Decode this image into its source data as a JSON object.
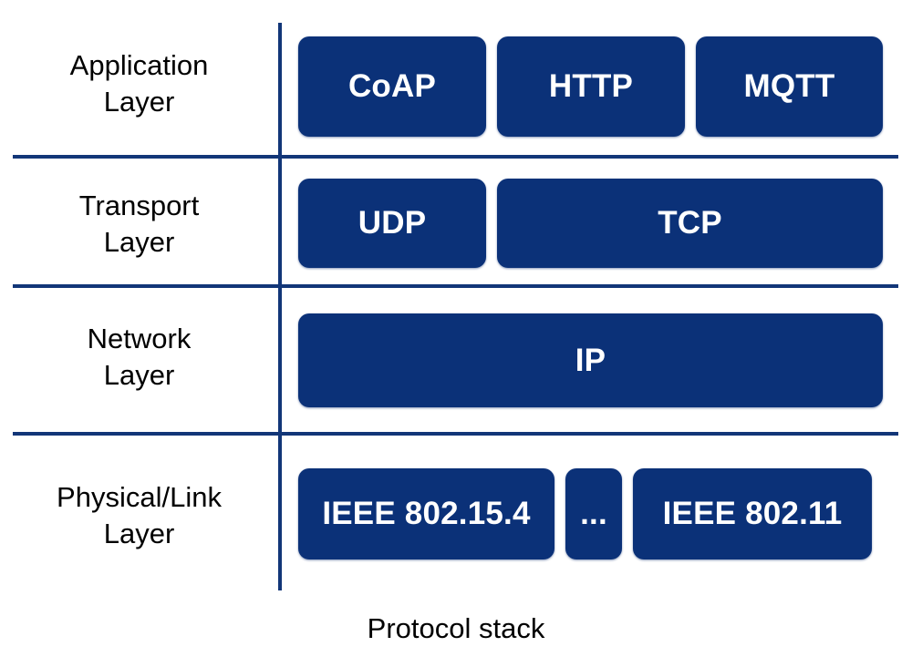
{
  "figure": {
    "caption": "Protocol stack",
    "accent_color": "#123678",
    "box_color": "#0B3178",
    "box_text_color": "#FFFFFF",
    "label_text_color": "#000000",
    "background": "#FFFFFF"
  },
  "layers": [
    {
      "label": "Application\nLayer",
      "boxes": [
        {
          "label": "CoAP"
        },
        {
          "label": "HTTP"
        },
        {
          "label": "MQTT"
        }
      ]
    },
    {
      "label": "Transport\nLayer",
      "boxes": [
        {
          "label": "UDP"
        },
        {
          "label": "TCP"
        }
      ]
    },
    {
      "label": "Network\nLayer",
      "boxes": [
        {
          "label": "IP"
        }
      ]
    },
    {
      "label": "Physical/Link\nLayer",
      "boxes": [
        {
          "label": "IEEE 802.15.4"
        },
        {
          "label": "..."
        },
        {
          "label": "IEEE 802.11"
        }
      ]
    }
  ]
}
